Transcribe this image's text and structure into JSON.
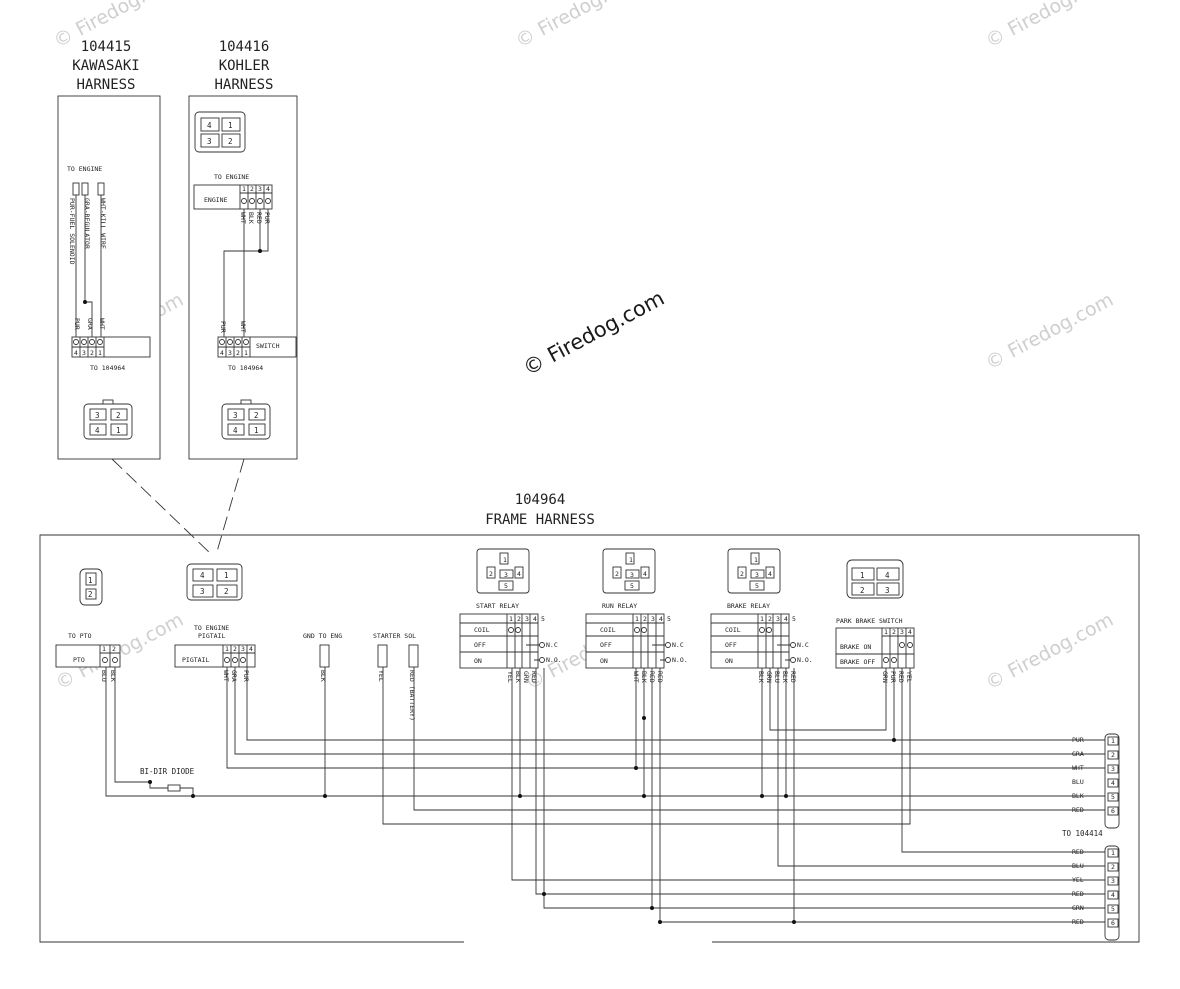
{
  "watermark": "© Firedog.com",
  "kawasaki": {
    "part": "104415",
    "line1": "KAWASAKI",
    "line2": "HARNESS",
    "to_engine": "TO ENGINE",
    "wire_labels": [
      "PUR-FUEL SOLENOID",
      "GRA-REGULATOR",
      "WHT-KILL WIRE"
    ],
    "pin_colors": [
      "PUR",
      "GRA",
      "WHT"
    ],
    "pins": [
      "4",
      "3",
      "2",
      "1"
    ],
    "to": "TO 104964",
    "conn_top": [
      "3",
      "2"
    ],
    "conn_bot": [
      "4",
      "1"
    ]
  },
  "kohler": {
    "part": "104416",
    "line1": "KOHLER",
    "line2": "HARNESS",
    "top_conn_top": [
      "4",
      "1"
    ],
    "top_conn_bot": [
      "3",
      "2"
    ],
    "to_engine": "TO ENGINE",
    "engine_label": "ENGINE",
    "engine_pins": [
      "1",
      "2",
      "3",
      "4"
    ],
    "engine_colors": [
      "WHT",
      "BLK",
      "RED",
      "PUR"
    ],
    "switch_colors": [
      "PUR",
      "WHT"
    ],
    "switch_label": "SWITCH",
    "pins": [
      "4",
      "3",
      "2",
      "1"
    ],
    "to": "TO 104964",
    "conn_top": [
      "3",
      "2"
    ],
    "conn_bot": [
      "4",
      "1"
    ]
  },
  "frame": {
    "part": "104964",
    "title": "FRAME HARNESS",
    "plug_top": [
      "4",
      "1"
    ],
    "plug_bot": [
      "3",
      "2"
    ],
    "pto": {
      "title": "TO PTO",
      "label": "PTO",
      "pins": [
        "1",
        "2"
      ],
      "colors": [
        "BLU",
        "BLK"
      ],
      "conn": [
        "1",
        "2"
      ]
    },
    "pigtail": {
      "title1": "TO ENGINE",
      "title2": "PIGTAIL",
      "label": "PIGTAIL",
      "pins": [
        "1",
        "2",
        "3",
        "4"
      ],
      "colors": [
        "WHT",
        "GRA",
        "PUR"
      ]
    },
    "gnd": {
      "title": "GND TO ENG",
      "color": "BLK"
    },
    "starter": {
      "title": "STARTER SOL",
      "colors": [
        "YEL",
        "RED (BATTERY)"
      ]
    },
    "relays": [
      {
        "title": "START RELAY",
        "colors": [
          "YEL",
          "BLK",
          "GRN",
          "RED"
        ]
      },
      {
        "title": "RUN RELAY",
        "colors": [
          "WHT",
          "BLK",
          "RED",
          "RED"
        ]
      },
      {
        "title": "BRAKE RELAY",
        "colors": [
          "BLK",
          "GRN",
          "BLU",
          "BLK",
          "RED"
        ]
      }
    ],
    "relay_rows": [
      "COIL",
      "OFF",
      "ON"
    ],
    "relay_pins": [
      "1",
      "2",
      "3",
      "4",
      "5"
    ],
    "relay_conn": [
      "1",
      "2",
      "3",
      "4",
      "5"
    ],
    "nc": "N.C",
    "no": "N.O.",
    "park": {
      "title": "PARK BRAKE SWITCH",
      "rows": [
        "BRAKE ON",
        "BRAKE OFF"
      ],
      "pins": [
        "1",
        "2",
        "3",
        "4"
      ],
      "colors": [
        "GRN",
        "PUR",
        "RED",
        "YEL"
      ],
      "conn_top": [
        "1",
        "4"
      ],
      "conn_bot": [
        "2",
        "3"
      ]
    },
    "diode": "BI-DIR DIODE",
    "right_top": [
      "PUR",
      "GRA",
      "WHT",
      "BLU",
      "BLK",
      "RED"
    ],
    "right_top_pins": [
      "1",
      "2",
      "3",
      "4",
      "5",
      "6"
    ],
    "to_104414": "TO 104414",
    "right_bot": [
      "RED",
      "BLU",
      "YEL",
      "RED",
      "GRN",
      "RED"
    ],
    "right_bot_pins": [
      "1",
      "2",
      "3",
      "4",
      "5",
      "6"
    ]
  }
}
